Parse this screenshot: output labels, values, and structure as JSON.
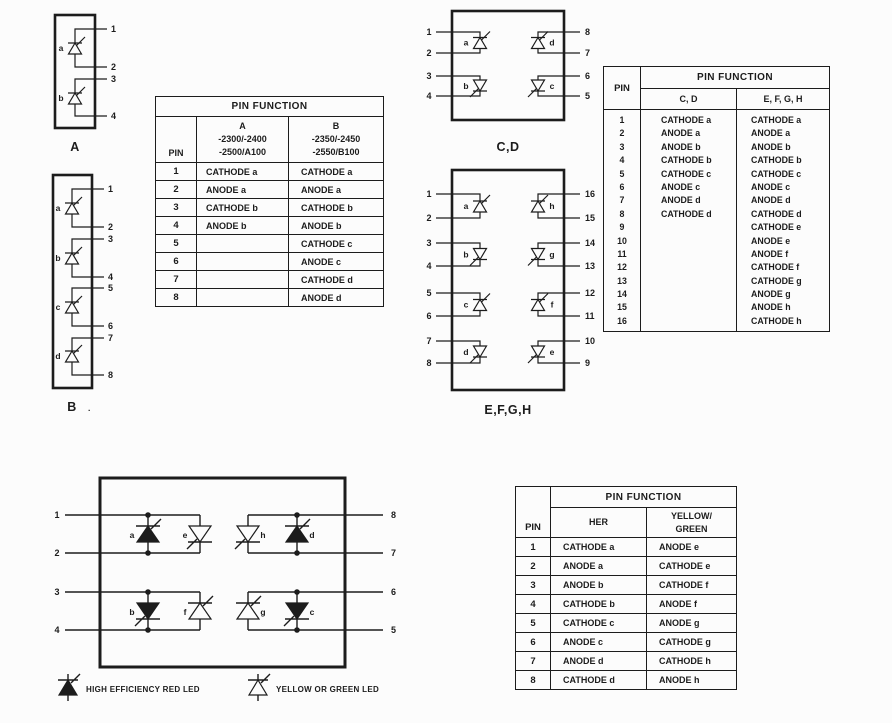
{
  "pkgA": {
    "label": "A",
    "pins": [
      "1",
      "2",
      "3",
      "4"
    ],
    "diodes": [
      "a",
      "b"
    ]
  },
  "pkgB": {
    "label": "B",
    "label_suffix": ".",
    "pins": [
      "1",
      "2",
      "3",
      "4",
      "5",
      "6",
      "7",
      "8"
    ],
    "diodes": [
      "a",
      "b",
      "c",
      "d"
    ]
  },
  "pkgCD": {
    "label": "C,D",
    "left_pins": [
      "1",
      "2",
      "3",
      "4"
    ],
    "right_pins": [
      "8",
      "7",
      "6",
      "5"
    ],
    "left_diodes": [
      "a",
      "b"
    ],
    "right_diodes": [
      "d",
      "c"
    ]
  },
  "pkgEFGH": {
    "label": "E,F,G,H",
    "left_pins": [
      "1",
      "2",
      "3",
      "4",
      "5",
      "6",
      "7",
      "8"
    ],
    "right_pins": [
      "16",
      "15",
      "14",
      "13",
      "12",
      "11",
      "10",
      "9"
    ],
    "left_diodes": [
      "a",
      "b",
      "c",
      "d"
    ],
    "right_diodes": [
      "h",
      "g",
      "f",
      "e"
    ]
  },
  "combo": {
    "left_pins": [
      "1",
      "2",
      "3",
      "4"
    ],
    "right_pins": [
      "8",
      "7",
      "6",
      "5"
    ],
    "diodes": {
      "a": "a",
      "e": "e",
      "h": "h",
      "d": "d",
      "b": "b",
      "f": "f",
      "g": "g",
      "c": "c"
    }
  },
  "legend": {
    "her": "HIGH EFFICIENCY RED LED",
    "yg": "YELLOW OR GREEN LED"
  },
  "tableAB": {
    "title": "PIN FUNCTION",
    "pin": "PIN",
    "colA": [
      "A",
      "-2300/-2400",
      "-2500/A100"
    ],
    "colB": [
      "B",
      "-2350/-2450",
      "-2550/B100"
    ],
    "rows": [
      {
        "pin": "1",
        "a": "CATHODE a",
        "b": "CATHODE a"
      },
      {
        "pin": "2",
        "a": "ANODE a",
        "b": "ANODE a"
      },
      {
        "pin": "3",
        "a": "CATHODE b",
        "b": "CATHODE b"
      },
      {
        "pin": "4",
        "a": "ANODE b",
        "b": "ANODE b"
      },
      {
        "pin": "5",
        "a": "",
        "b": "CATHODE c"
      },
      {
        "pin": "6",
        "a": "",
        "b": "ANODE c"
      },
      {
        "pin": "7",
        "a": "",
        "b": "CATHODE d"
      },
      {
        "pin": "8",
        "a": "",
        "b": "ANODE d"
      }
    ]
  },
  "tableCD": {
    "title": "PIN FUNCTION",
    "pin": "PIN",
    "col1": "C, D",
    "col2": "E, F, G, H",
    "rows": [
      {
        "pin": "1",
        "cd": "CATHODE a",
        "efgh": "CATHODE a"
      },
      {
        "pin": "2",
        "cd": "ANODE a",
        "efgh": "ANODE a"
      },
      {
        "pin": "3",
        "cd": "ANODE b",
        "efgh": "ANODE b"
      },
      {
        "pin": "4",
        "cd": "CATHODE b",
        "efgh": "CATHODE b"
      },
      {
        "pin": "5",
        "cd": "CATHODE c",
        "efgh": "CATHODE c"
      },
      {
        "pin": "6",
        "cd": "ANODE c",
        "efgh": "ANODE c"
      },
      {
        "pin": "7",
        "cd": "ANODE d",
        "efgh": "ANODE d"
      },
      {
        "pin": "8",
        "cd": "CATHODE d",
        "efgh": "CATHODE d"
      },
      {
        "pin": "9",
        "cd": "",
        "efgh": "CATHODE e"
      },
      {
        "pin": "10",
        "cd": "",
        "efgh": "ANODE e"
      },
      {
        "pin": "11",
        "cd": "",
        "efgh": "ANODE f"
      },
      {
        "pin": "12",
        "cd": "",
        "efgh": "CATHODE f"
      },
      {
        "pin": "13",
        "cd": "",
        "efgh": "CATHODE g"
      },
      {
        "pin": "14",
        "cd": "",
        "efgh": "ANODE g"
      },
      {
        "pin": "15",
        "cd": "",
        "efgh": "ANODE h"
      },
      {
        "pin": "16",
        "cd": "",
        "efgh": "CATHODE h"
      }
    ]
  },
  "tableHER": {
    "title": "PIN FUNCTION",
    "pin": "PIN",
    "col1": "HER",
    "col2": [
      "YELLOW/",
      "GREEN"
    ],
    "rows": [
      {
        "pin": "1",
        "her": "CATHODE a",
        "yg": "ANODE e"
      },
      {
        "pin": "2",
        "her": "ANODE a",
        "yg": "CATHODE e"
      },
      {
        "pin": "3",
        "her": "ANODE b",
        "yg": "CATHODE f"
      },
      {
        "pin": "4",
        "her": "CATHODE b",
        "yg": "ANODE f"
      },
      {
        "pin": "5",
        "her": "CATHODE c",
        "yg": "ANODE g"
      },
      {
        "pin": "6",
        "her": "ANODE c",
        "yg": "CATHODE g"
      },
      {
        "pin": "7",
        "her": "ANODE d",
        "yg": "CATHODE h"
      },
      {
        "pin": "8",
        "her": "CATHODE d",
        "yg": "ANODE h"
      }
    ]
  }
}
